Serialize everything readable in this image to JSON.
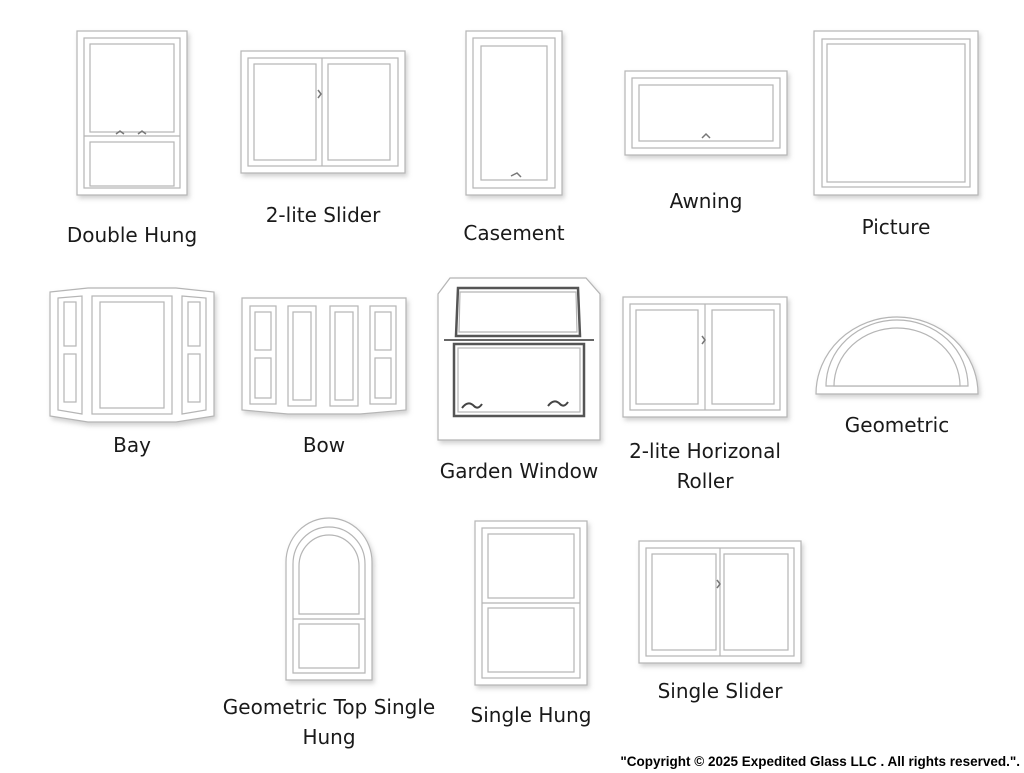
{
  "windows": [
    {
      "id": "double-hung",
      "label": "Double Hung"
    },
    {
      "id": "2-lite-slider",
      "label": "2-lite Slider"
    },
    {
      "id": "casement",
      "label": "Casement"
    },
    {
      "id": "awning",
      "label": "Awning"
    },
    {
      "id": "picture",
      "label": "Picture"
    },
    {
      "id": "bay",
      "label": "Bay"
    },
    {
      "id": "bow",
      "label": "Bow"
    },
    {
      "id": "garden-window",
      "label": "Garden Window"
    },
    {
      "id": "2-lite-horizontal-roller",
      "label_line1": "2-lite Horizonal",
      "label_line2": "Roller"
    },
    {
      "id": "geometric",
      "label": "Geometric"
    },
    {
      "id": "geometric-top-single-hung",
      "label_line1": "Geometric Top Single",
      "label_line2": "Hung"
    },
    {
      "id": "single-hung",
      "label": "Single Hung"
    },
    {
      "id": "single-slider",
      "label": "Single Slider"
    }
  ],
  "copyright": "\"Copyright © 2025 Expedited Glass LLC . All rights reserved.\".",
  "colors": {
    "frame": "#ffffff",
    "frame_stroke": "#b9b9b9",
    "shadow": "#d6d6d6",
    "text": "#1a1a1a"
  }
}
